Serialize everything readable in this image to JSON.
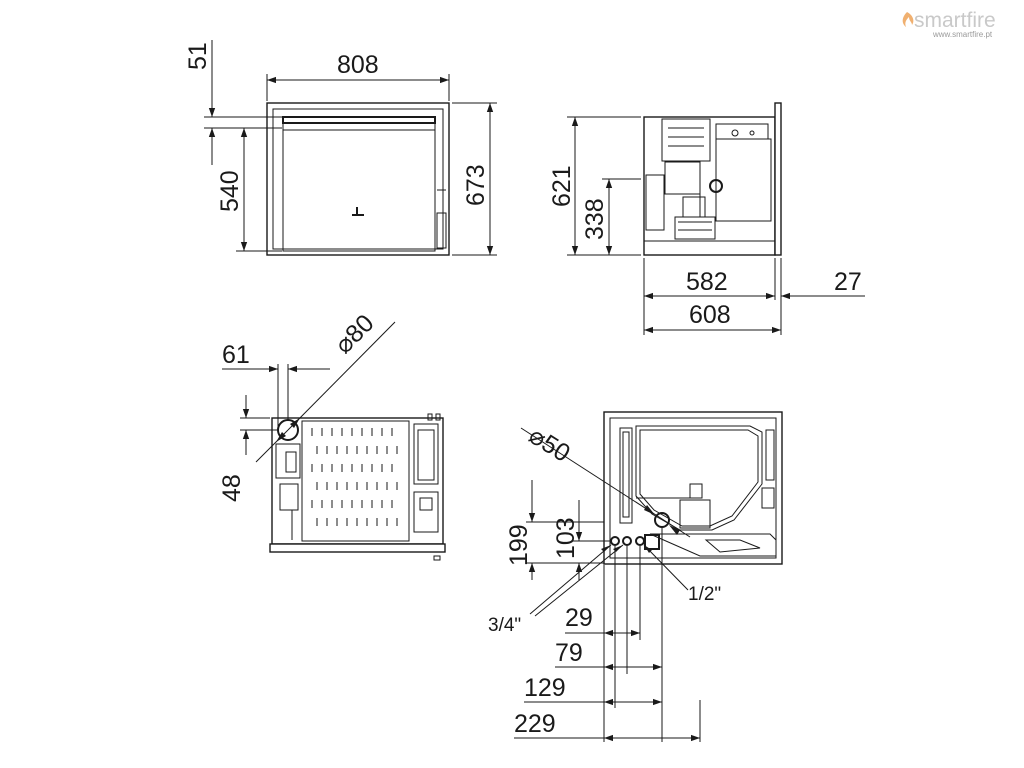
{
  "brand": {
    "logo_text": "smartfire",
    "url": "www.smartfire.pt",
    "flame_color": "#f0b070"
  },
  "front_view": {
    "width": "808",
    "height": "673",
    "opening_height": "540",
    "top_offset": "51"
  },
  "side_view": {
    "height": "621",
    "inlet_height": "338",
    "depth": "582",
    "frame_depth": "27",
    "total_depth": "608"
  },
  "top_view": {
    "flue_diameter": "⌀80",
    "flue_offset_x": "61",
    "flue_offset_y": "48"
  },
  "rear_view": {
    "air_inlet_diameter": "⌀50",
    "height_a": "199",
    "height_b": "103",
    "pipe_large": "3/4\"",
    "pipe_small": "1/2\"",
    "offsets": [
      "29",
      "79",
      "129",
      "229"
    ]
  }
}
